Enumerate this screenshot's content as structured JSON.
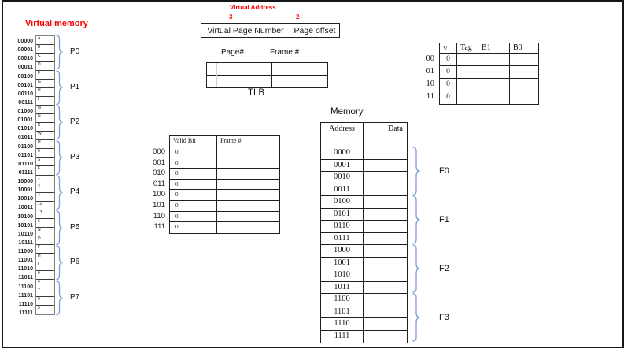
{
  "colors": {
    "red": "#FF0000",
    "brace_blue": "#7C9CD6",
    "tlb_cursor_blue": "#BDD7EE",
    "table_border": "#1f1f1f",
    "vm_border_gray": "#7f7f7f"
  },
  "virtual_memory": {
    "title": "Virtual memory",
    "rows": [
      {
        "address": "00000",
        "value": "A"
      },
      {
        "address": "00001",
        "value": "B"
      },
      {
        "address": "00010",
        "value": "C"
      },
      {
        "address": "00011",
        "value": "D"
      },
      {
        "address": "00100",
        "value": "F"
      },
      {
        "address": "00101",
        "value": "G"
      },
      {
        "address": "00110",
        "value": "H"
      },
      {
        "address": "00111",
        "value": "I"
      },
      {
        "address": "01000",
        "value": "M"
      },
      {
        "address": "01001",
        "value": "N"
      },
      {
        "address": "01010",
        "value": "K"
      },
      {
        "address": "01011",
        "value": "W"
      },
      {
        "address": "01100",
        "value": "H"
      },
      {
        "address": "01101",
        "value": "6"
      },
      {
        "address": "01110",
        "value": "S"
      },
      {
        "address": "01111",
        "value": "E"
      },
      {
        "address": "10000",
        "value": "1"
      },
      {
        "address": "10001",
        "value": "3"
      },
      {
        "address": "10010",
        "value": "4"
      },
      {
        "address": "10011",
        "value": "12"
      },
      {
        "address": "10100",
        "value": "13"
      },
      {
        "address": "10101",
        "value": "6"
      },
      {
        "address": "10110",
        "value": "N"
      },
      {
        "address": "10111",
        "value": "D"
      },
      {
        "address": "11000",
        "value": "F"
      },
      {
        "address": "11001",
        "value": "H"
      },
      {
        "address": "11010",
        "value": "I"
      },
      {
        "address": "11011",
        "value": "9"
      },
      {
        "address": "11100",
        "value": "4"
      },
      {
        "address": "11101",
        "value": "7"
      },
      {
        "address": "11110",
        "value": "9"
      },
      {
        "address": "11111",
        "value": "5"
      }
    ],
    "groups": [
      "P0",
      "P1",
      "P2",
      "P3",
      "P4",
      "P5",
      "P6",
      "P7"
    ]
  },
  "virtual_address": {
    "title": "Virtual Address",
    "vpn_bits": "3",
    "offset_bits": "2",
    "vpn_label": "Virtual Page Number",
    "offset_label": "Page offset"
  },
  "tlb": {
    "col_headers": [
      "Page#",
      "Frame #"
    ],
    "label": "TLB",
    "row_count": 2
  },
  "page_table": {
    "col_headers": [
      "Valid Bit",
      "Frame #"
    ],
    "rows": [
      {
        "label": "000",
        "valid": "0",
        "frame": ""
      },
      {
        "label": "001",
        "valid": "0",
        "frame": ""
      },
      {
        "label": "010",
        "valid": "0",
        "frame": ""
      },
      {
        "label": "011",
        "valid": "0",
        "frame": ""
      },
      {
        "label": "100",
        "valid": "0",
        "frame": ""
      },
      {
        "label": "101",
        "valid": "0",
        "frame": ""
      },
      {
        "label": "110",
        "valid": "0",
        "frame": ""
      },
      {
        "label": "111",
        "valid": "0",
        "frame": ""
      }
    ]
  },
  "memory": {
    "title": "Memory",
    "col_headers": [
      "Address",
      "Data"
    ],
    "rows": [
      {
        "address": "0000",
        "data": ""
      },
      {
        "address": "0001",
        "data": ""
      },
      {
        "address": "0010",
        "data": ""
      },
      {
        "address": "0011",
        "data": ""
      },
      {
        "address": "0100",
        "data": ""
      },
      {
        "address": "0101",
        "data": ""
      },
      {
        "address": "0110",
        "data": ""
      },
      {
        "address": "0111",
        "data": ""
      },
      {
        "address": "1000",
        "data": ""
      },
      {
        "address": "1001",
        "data": ""
      },
      {
        "address": "1010",
        "data": ""
      },
      {
        "address": "1011",
        "data": ""
      },
      {
        "address": "1100",
        "data": ""
      },
      {
        "address": "1101",
        "data": ""
      },
      {
        "address": "1110",
        "data": ""
      },
      {
        "address": "1111",
        "data": ""
      }
    ],
    "groups": [
      "F0",
      "F1",
      "F2",
      "F3"
    ]
  },
  "cache": {
    "col_headers": [
      "V",
      "Tag",
      "B1",
      "B0"
    ],
    "rows": [
      {
        "label": "00",
        "v": "0",
        "tag": "",
        "b1": "",
        "b0": ""
      },
      {
        "label": "01",
        "v": "0",
        "tag": "",
        "b1": "",
        "b0": ""
      },
      {
        "label": "10",
        "v": "0",
        "tag": "",
        "b1": "",
        "b0": ""
      },
      {
        "label": "11",
        "v": "0",
        "tag": "",
        "b1": "",
        "b0": ""
      }
    ]
  }
}
